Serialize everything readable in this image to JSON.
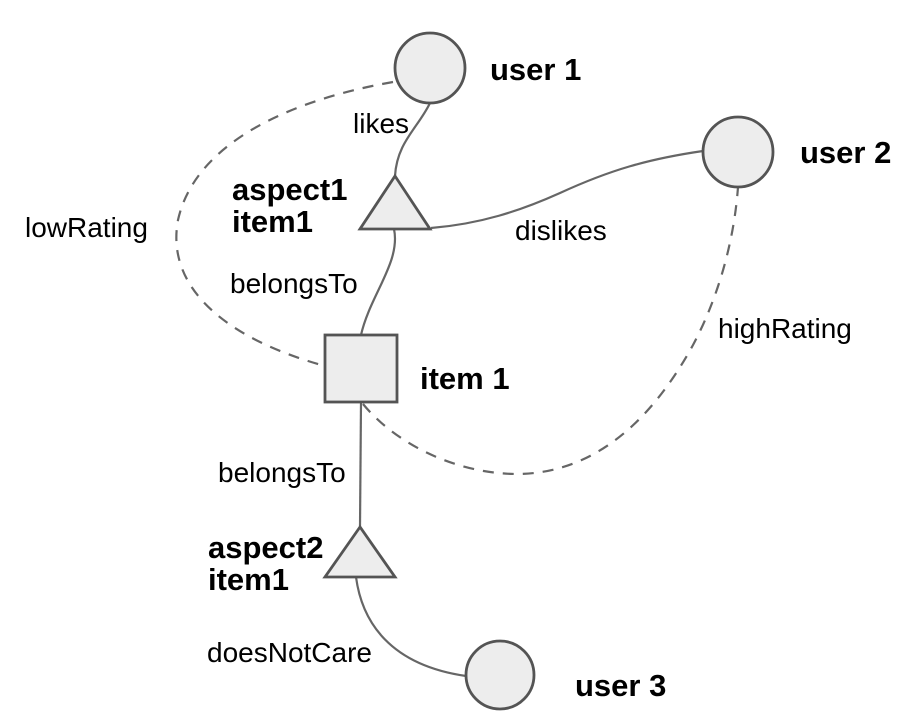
{
  "diagram": {
    "type": "knowledge-graph",
    "background": "#ffffff",
    "colors": {
      "node_fill": "#ededed",
      "node_stroke": "#545454",
      "edge_stroke": "#666666",
      "label_text": "#000000"
    },
    "nodes": {
      "user1": {
        "shape": "circle",
        "label": "user 1"
      },
      "user2": {
        "shape": "circle",
        "label": "user 2"
      },
      "user3": {
        "shape": "circle",
        "label": "user 3"
      },
      "item1": {
        "shape": "square",
        "label": "item 1"
      },
      "aspect1_item1": {
        "shape": "triangle",
        "label_line1": "aspect1",
        "label_line2": "item1"
      },
      "aspect2_item1": {
        "shape": "triangle",
        "label_line1": "aspect2",
        "label_line2": "item1"
      }
    },
    "edges": {
      "likes": {
        "from": "user1",
        "to": "aspect1_item1",
        "label": "likes",
        "style": "solid"
      },
      "dislikes": {
        "from": "user2",
        "to": "aspect1_item1",
        "label": "dislikes",
        "style": "solid"
      },
      "belongs_to_1": {
        "from": "aspect1_item1",
        "to": "item1",
        "label": "belongsTo",
        "style": "solid"
      },
      "belongs_to_2": {
        "from": "item1",
        "to": "aspect2_item1",
        "label": "belongsTo",
        "style": "solid"
      },
      "does_not_care": {
        "from": "aspect2_item1",
        "to": "user3",
        "label": "doesNotCare",
        "style": "solid"
      },
      "low_rating": {
        "from": "user1",
        "to": "item1",
        "label": "lowRating",
        "style": "dashed"
      },
      "high_rating": {
        "from": "user2",
        "to": "item1",
        "label": "highRating",
        "style": "dashed"
      }
    }
  }
}
